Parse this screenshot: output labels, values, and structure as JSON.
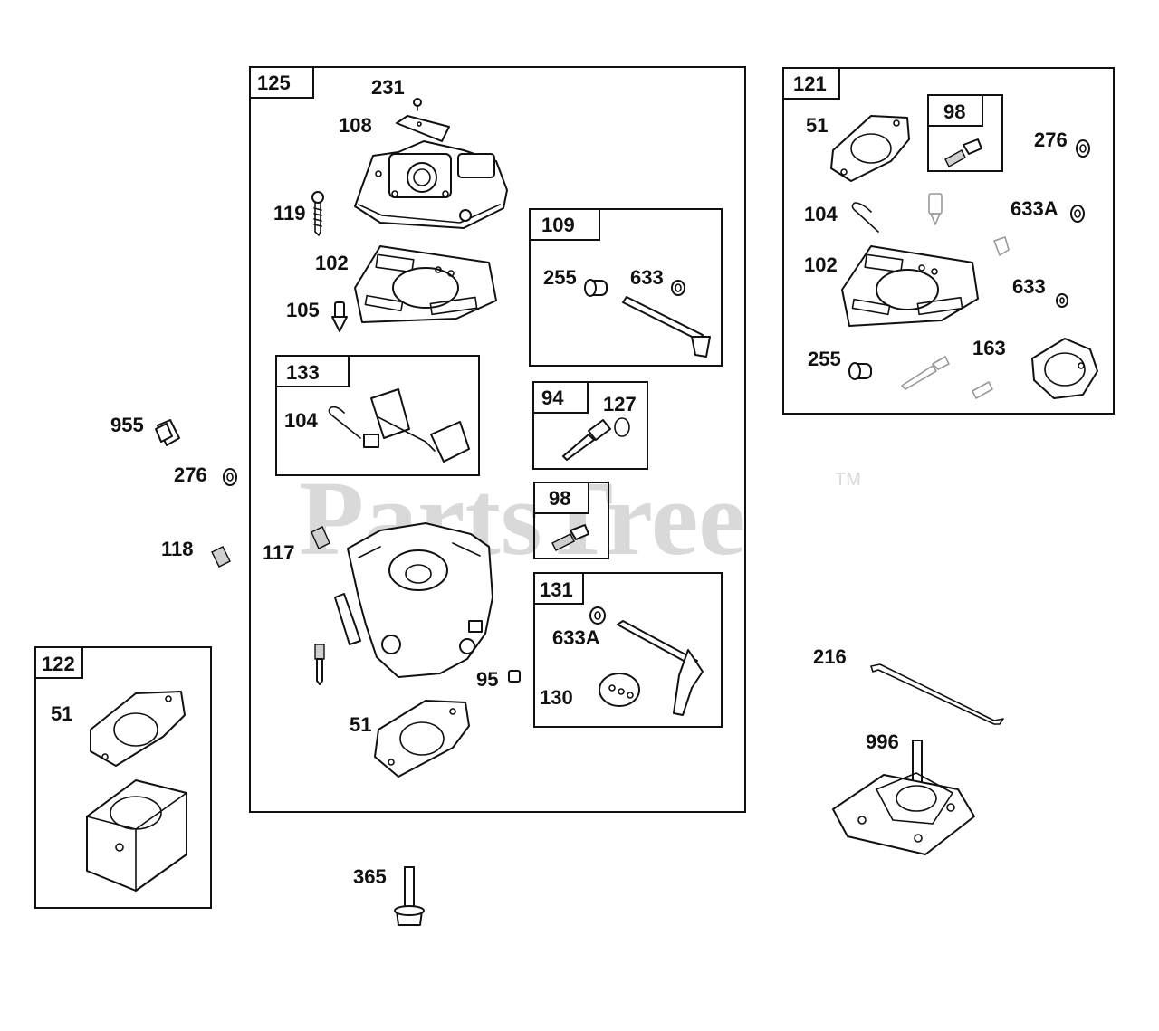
{
  "watermark": {
    "text": "PartsTree",
    "trademark": "TM"
  },
  "groups": {
    "g125": "125",
    "g121": "121",
    "g109": "109",
    "g133": "133",
    "g94": "94",
    "g98a": "98",
    "g98b": "98",
    "g131": "131",
    "g122": "122"
  },
  "callouts": {
    "c231": "231",
    "c108": "108",
    "c119": "119",
    "c102a": "102",
    "c105": "105",
    "c104a": "104",
    "c255a": "255",
    "c633a": "633",
    "c127": "127",
    "c955": "955",
    "c276a": "276",
    "c118": "118",
    "c117": "117",
    "c633Aa": "633A",
    "c95": "95",
    "c130": "130",
    "c51a": "51",
    "c51b": "51",
    "c51c": "51",
    "c276b": "276",
    "c104b": "104",
    "c633Ab": "633A",
    "c102b": "102",
    "c633b": "633",
    "c255b": "255",
    "c163": "163",
    "c216": "216",
    "c996": "996",
    "c365": "365"
  }
}
